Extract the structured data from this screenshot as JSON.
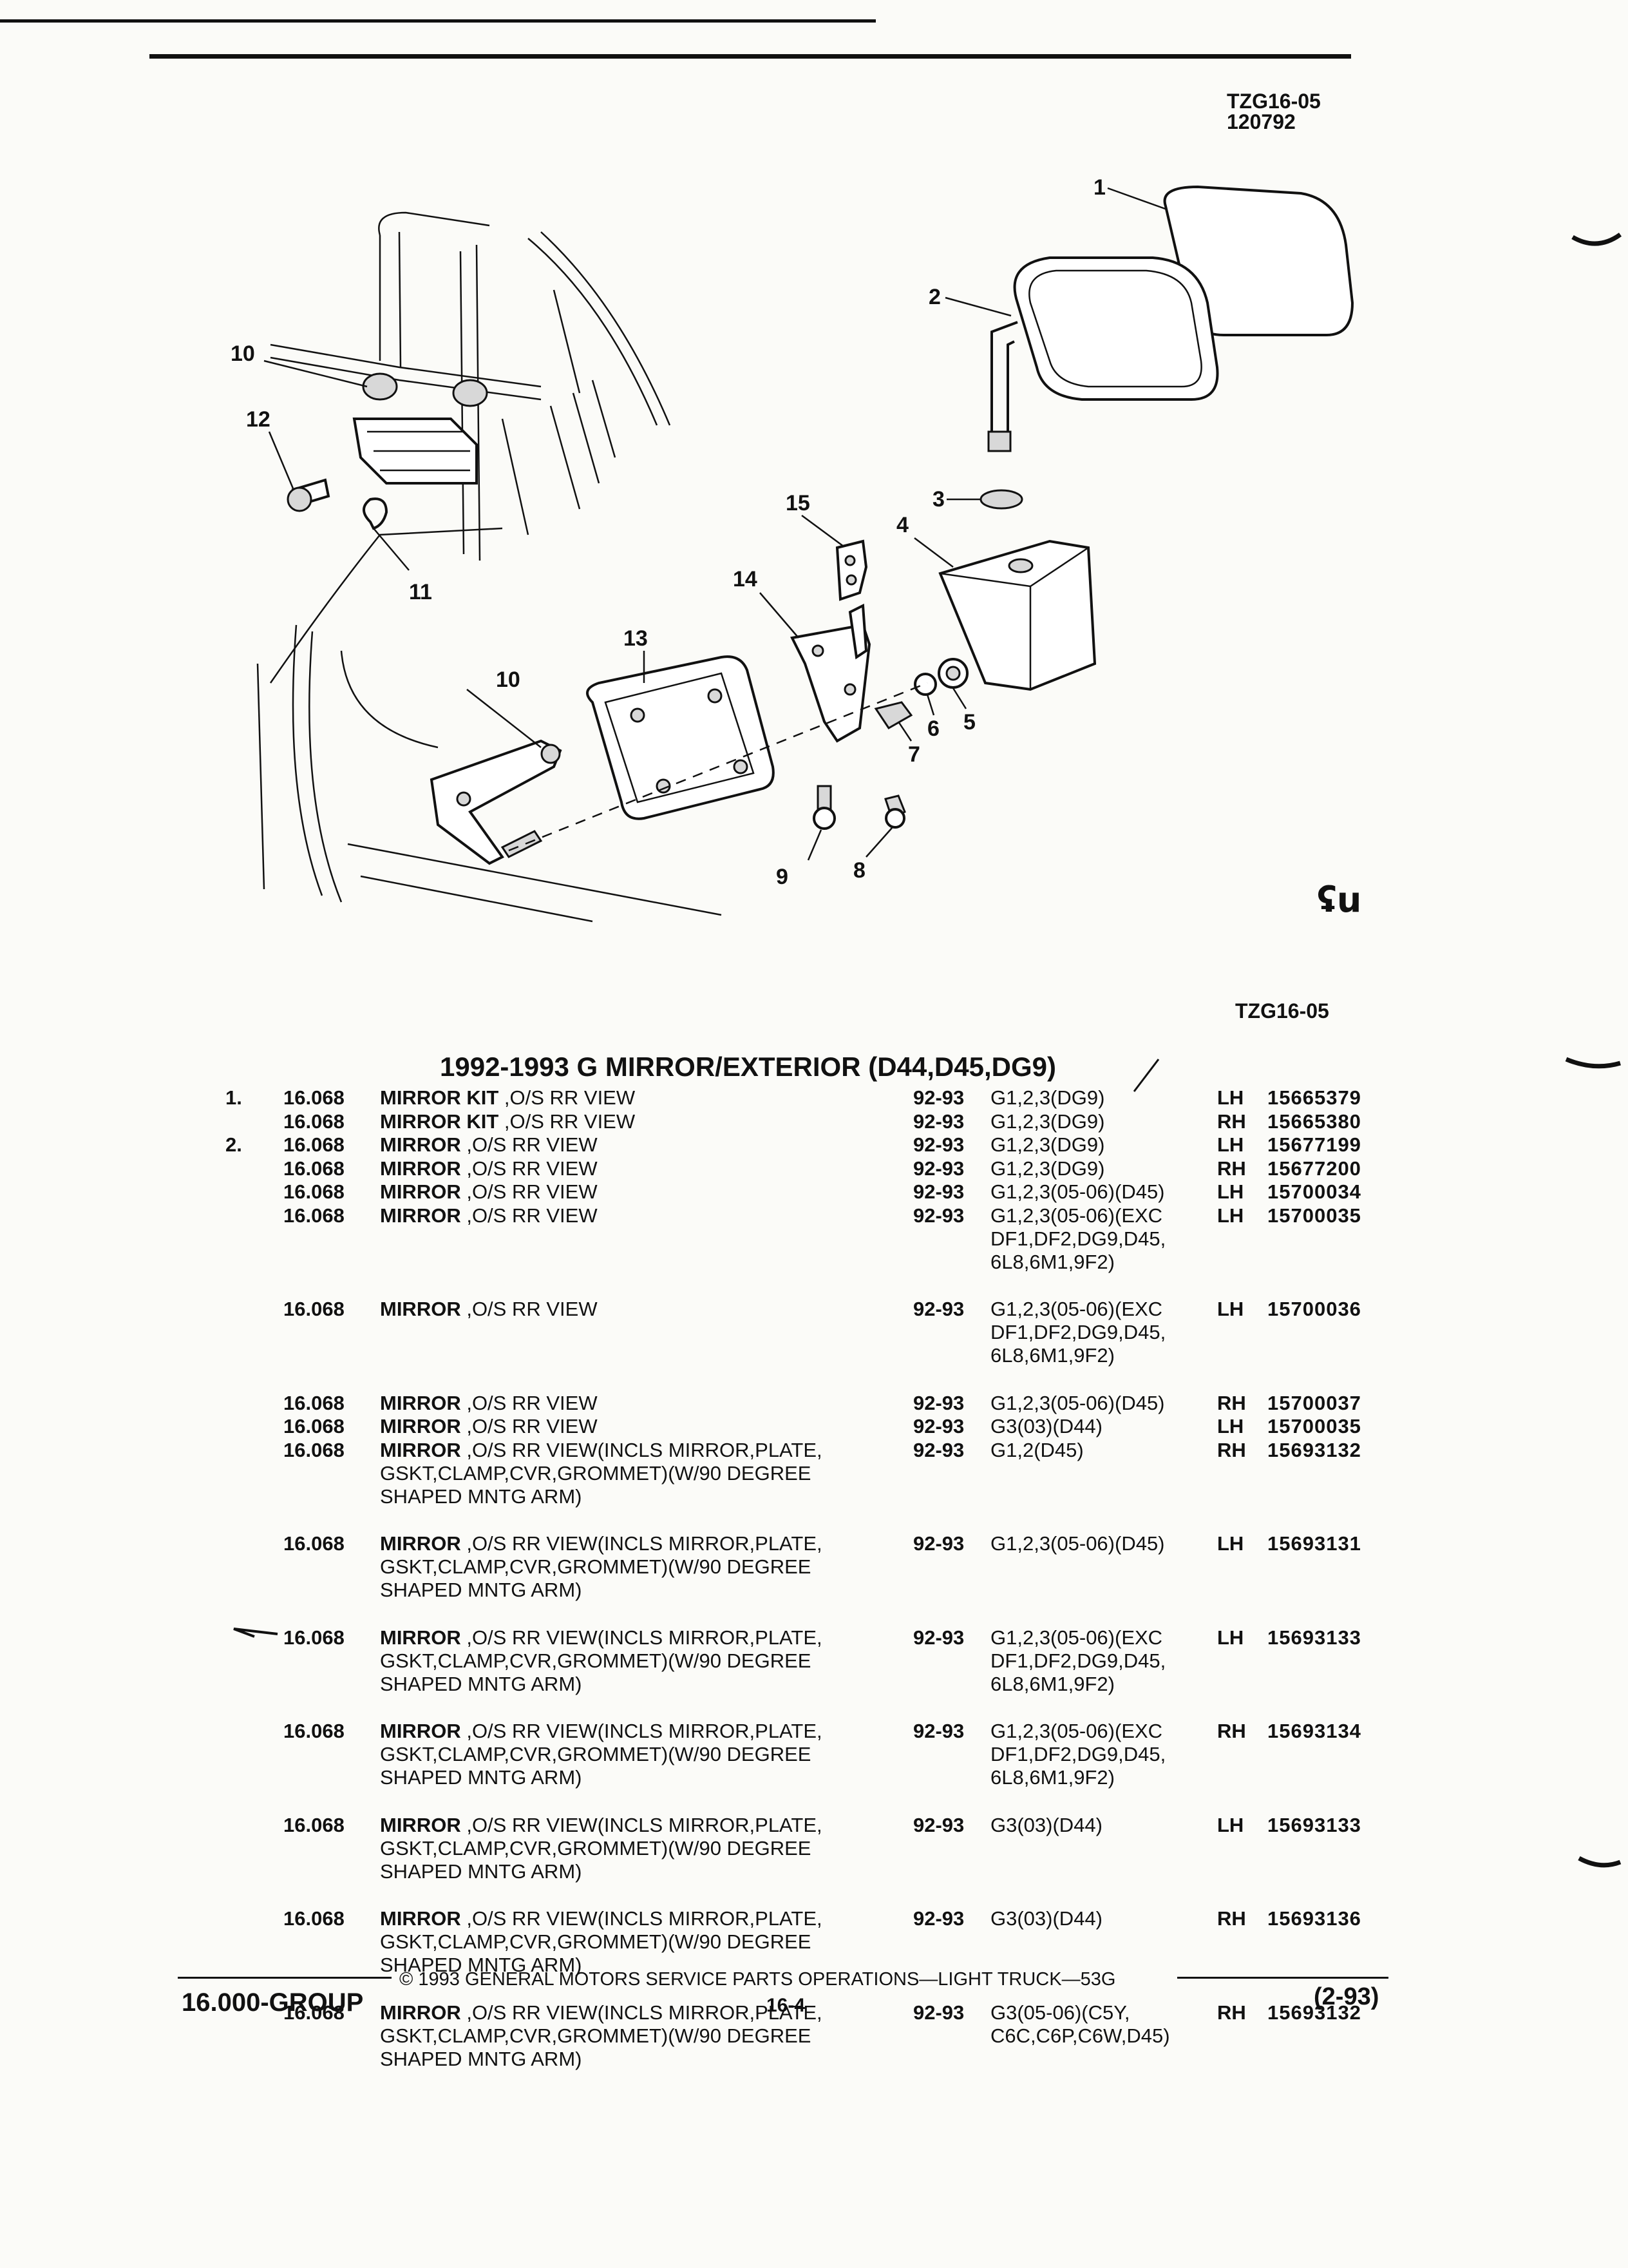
{
  "header": {
    "illustration_code": "TZG16-05",
    "illustration_number": "120792"
  },
  "diagram": {
    "callouts": [
      "1",
      "2",
      "3",
      "4",
      "5",
      "6",
      "7",
      "8",
      "9",
      "10",
      "10",
      "11",
      "12",
      "13",
      "14",
      "15"
    ],
    "symbol": "ʢu"
  },
  "diagram_code": "TZG16-05",
  "list_title": "1992-1993 G MIRROR/EXTERIOR (D44,D45,DG9)",
  "parts": [
    {
      "item": "1.",
      "group": "16.068",
      "name": "MIRROR KIT",
      "desc": " ,O/S RR VIEW",
      "years": "92-93",
      "app": "G1,2,3(DG9)",
      "side": "LH",
      "part": "15665379"
    },
    {
      "item": "",
      "group": "16.068",
      "name": "MIRROR KIT",
      "desc": " ,O/S RR VIEW",
      "years": "92-93",
      "app": "G1,2,3(DG9)",
      "side": "RH",
      "part": "15665380"
    },
    {
      "item": "2.",
      "group": "16.068",
      "name": "MIRROR",
      "desc": " ,O/S RR VIEW",
      "years": "92-93",
      "app": "G1,2,3(DG9)",
      "side": "LH",
      "part": "15677199"
    },
    {
      "item": "",
      "group": "16.068",
      "name": "MIRROR",
      "desc": " ,O/S RR VIEW",
      "years": "92-93",
      "app": "G1,2,3(DG9)",
      "side": "RH",
      "part": "15677200"
    },
    {
      "item": "",
      "group": "16.068",
      "name": "MIRROR",
      "desc": " ,O/S RR VIEW",
      "years": "92-93",
      "app": "G1,2,3(05-06)(D45)",
      "side": "LH",
      "part": "15700034"
    },
    {
      "item": "",
      "group": "16.068",
      "name": "MIRROR",
      "desc": " ,O/S RR VIEW",
      "years": "92-93",
      "app": "G1,2,3(05-06)(EXC\nDF1,DF2,DG9,D45,\n6L8,6M1,9F2)",
      "side": "LH",
      "part": "15700035"
    },
    {
      "item": "",
      "group": "16.068",
      "name": "MIRROR",
      "desc": " ,O/S RR VIEW",
      "years": "92-93",
      "app": "G1,2,3(05-06)(EXC\nDF1,DF2,DG9,D45,\n6L8,6M1,9F2)",
      "side": "LH",
      "part": "15700036"
    },
    {
      "item": "",
      "group": "16.068",
      "name": "MIRROR",
      "desc": " ,O/S RR VIEW",
      "years": "92-93",
      "app": "G1,2,3(05-06)(D45)",
      "side": "RH",
      "part": "15700037"
    },
    {
      "item": "",
      "group": "16.068",
      "name": "MIRROR",
      "desc": " ,O/S RR VIEW",
      "years": "92-93",
      "app": "G3(03)(D44)",
      "side": "LH",
      "part": "15700035"
    },
    {
      "item": "",
      "group": "16.068",
      "name": "MIRROR",
      "desc": " ,O/S RR VIEW(INCLS MIRROR,PLATE,\nGSKT,CLAMP,CVR,GROMMET)(W/90 DEGREE\nSHAPED MNTG ARM)",
      "years": "92-93",
      "app": "G1,2(D45)",
      "side": "RH",
      "part": "15693132"
    },
    {
      "item": "",
      "group": "16.068",
      "name": "MIRROR",
      "desc": " ,O/S RR VIEW(INCLS MIRROR,PLATE,\nGSKT,CLAMP,CVR,GROMMET)(W/90 DEGREE\nSHAPED MNTG ARM)",
      "years": "92-93",
      "app": "G1,2,3(05-06)(D45)",
      "side": "LH",
      "part": "15693131"
    },
    {
      "item": "",
      "group": "16.068",
      "name": "MIRROR",
      "desc": " ,O/S RR VIEW(INCLS MIRROR,PLATE,\nGSKT,CLAMP,CVR,GROMMET)(W/90 DEGREE\nSHAPED MNTG ARM)",
      "years": "92-93",
      "app": "G1,2,3(05-06)(EXC\nDF1,DF2,DG9,D45,\n6L8,6M1,9F2)",
      "side": "LH",
      "part": "15693133"
    },
    {
      "item": "",
      "group": "16.068",
      "name": "MIRROR",
      "desc": " ,O/S RR VIEW(INCLS MIRROR,PLATE,\nGSKT,CLAMP,CVR,GROMMET)(W/90 DEGREE\nSHAPED MNTG ARM)",
      "years": "92-93",
      "app": "G1,2,3(05-06)(EXC\nDF1,DF2,DG9,D45,\n6L8,6M1,9F2)",
      "side": "RH",
      "part": "15693134"
    },
    {
      "item": "",
      "group": "16.068",
      "name": "MIRROR",
      "desc": " ,O/S RR VIEW(INCLS MIRROR,PLATE,\nGSKT,CLAMP,CVR,GROMMET)(W/90 DEGREE\nSHAPED MNTG ARM)",
      "years": "92-93",
      "app": "G3(03)(D44)",
      "side": "LH",
      "part": "15693133"
    },
    {
      "item": "",
      "group": "16.068",
      "name": "MIRROR",
      "desc": " ,O/S RR VIEW(INCLS MIRROR,PLATE,\nGSKT,CLAMP,CVR,GROMMET)(W/90 DEGREE\nSHAPED MNTG ARM)",
      "years": "92-93",
      "app": "G3(03)(D44)",
      "side": "RH",
      "part": "15693136"
    },
    {
      "item": "",
      "group": "16.068",
      "name": "MIRROR",
      "desc": " ,O/S RR VIEW(INCLS MIRROR,PLATE,\nGSKT,CLAMP,CVR,GROMMET)(W/90 DEGREE\nSHAPED MNTG ARM)",
      "years": "92-93",
      "app": "G3(05-06)(C5Y,\nC6C,C6P,C6W,D45)",
      "side": "RH",
      "part": "15693132"
    }
  ],
  "footer": {
    "copyright": "© 1993 GENERAL MOTORS SERVICE PARTS OPERATIONS—LIGHT TRUCK—53G",
    "group": "16.000-GROUP",
    "page": "16-4",
    "date": "(2-93)"
  }
}
